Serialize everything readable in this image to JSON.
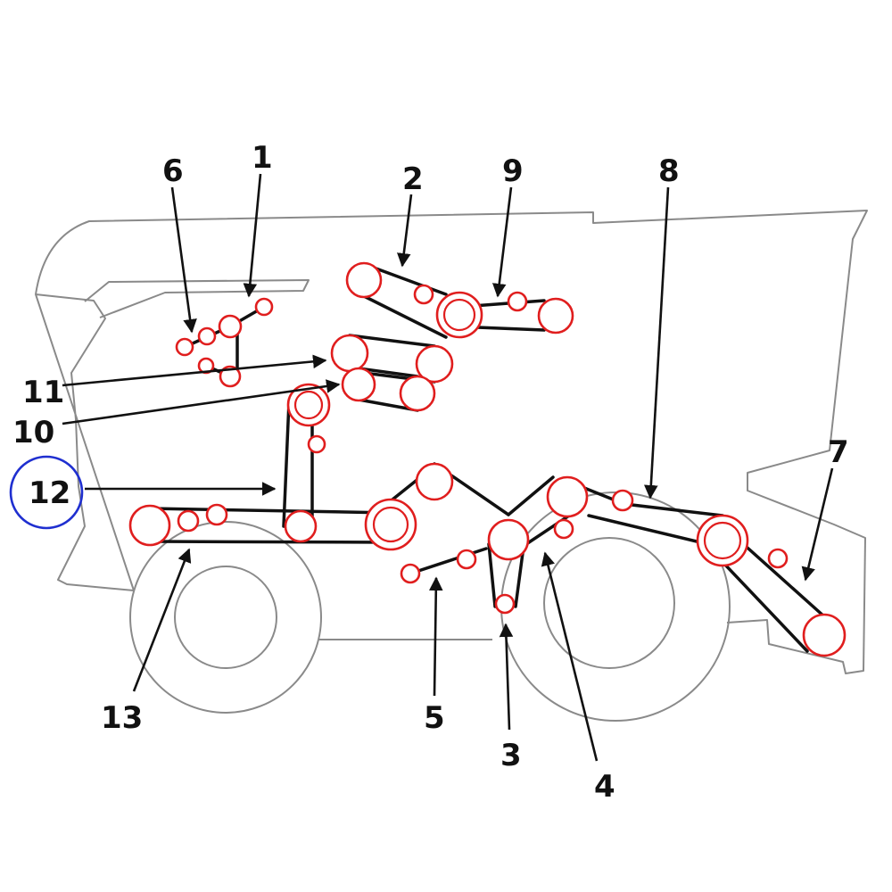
{
  "diagram": {
    "callouts": {
      "c1": "1",
      "c2": "2",
      "c3": "3",
      "c4": "4",
      "c5": "5",
      "c6": "6",
      "c7": "7",
      "c8": "8",
      "c9": "9",
      "c10": "10",
      "c11": "11",
      "c12": "12",
      "c13": "13"
    },
    "selected_callout": "12",
    "colors": {
      "pulley": "#e01e1e",
      "belt": "#111111",
      "outline": "#8a8a8a",
      "selection": "#1f2fd0"
    }
  }
}
